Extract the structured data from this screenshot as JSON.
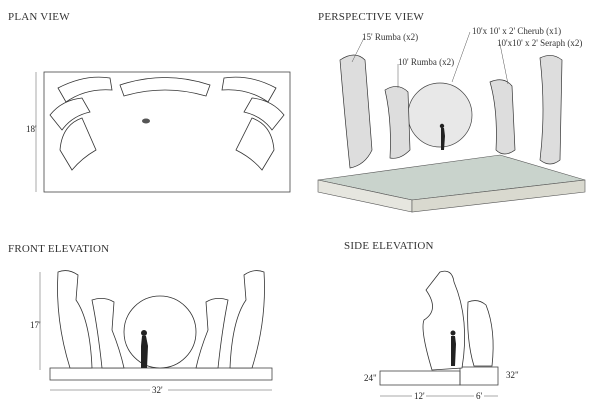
{
  "views": {
    "plan": {
      "title": "PLAN VIEW",
      "dim_depth": "18'"
    },
    "perspective": {
      "title": "PERSPECTIVE VIEW",
      "callouts": [
        "15' Rumba (x2)",
        "10' Rumba (x2)",
        "10'x 10' x 2' Cherub (x1)",
        "10'x10' x 2' Seraph (x2)"
      ]
    },
    "front": {
      "title": "FRONT ELEVATION",
      "dim_height": "17'",
      "dim_width": "32'"
    },
    "side": {
      "title": "SIDE ELEVATION",
      "dim_low": "24\"",
      "dim_high": "32\"",
      "dim_front": "12'",
      "dim_back": "6'"
    }
  }
}
